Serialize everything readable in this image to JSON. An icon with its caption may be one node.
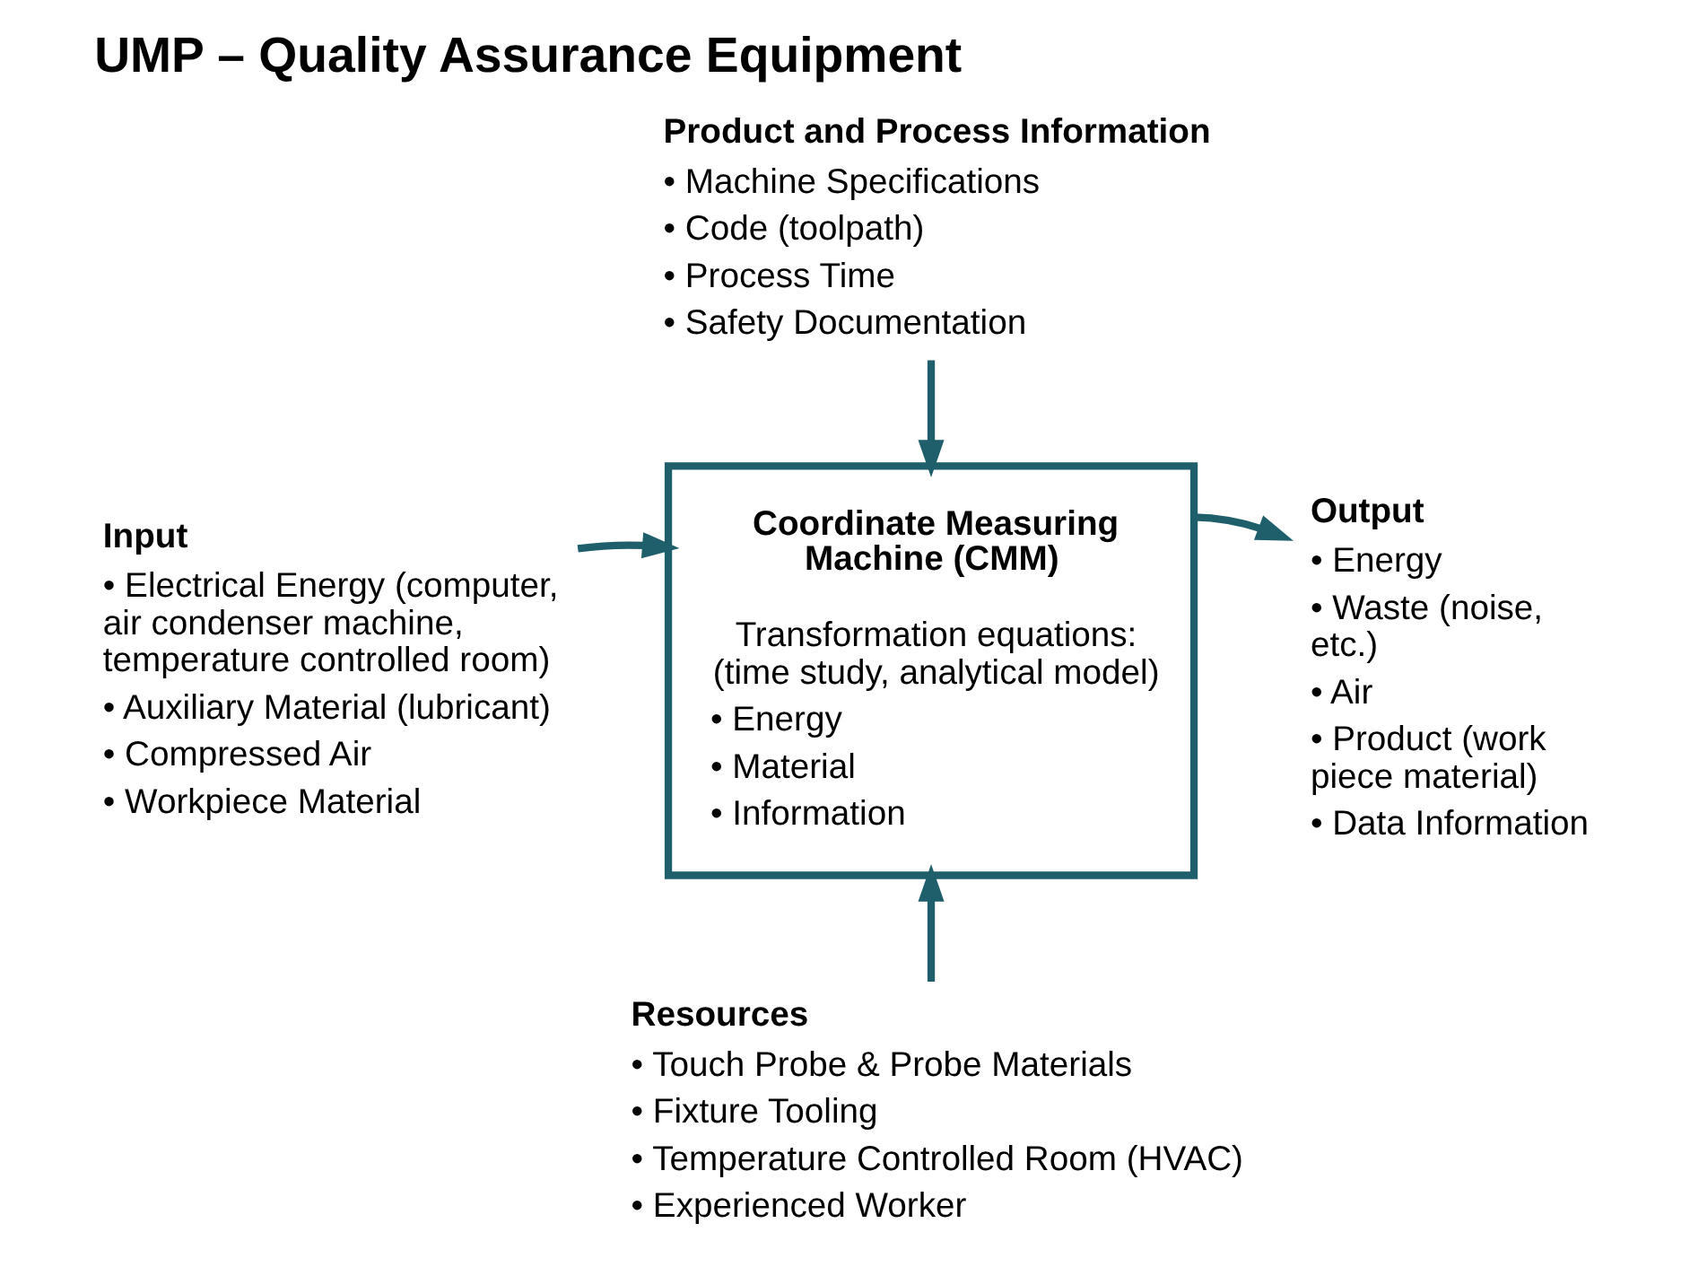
{
  "diagram": {
    "title": "UMP – Quality Assurance Equipment",
    "nodes": [
      {
        "text": [
          "Product and Process Information",
          "• Machine Specifications",
          "• Code (toolpath)",
          "• Process Time",
          "• Safety Documentation"
        ]
      },
      {
        "text": [
          "Output",
          "• Energy",
          "• Waste (noise, etc.)",
          "• Air",
          "• Product (work piece material)",
          "• Data Information"
        ]
      },
      {
        "text": [
          "Coordinate Measuring Machine (CMM)",
          "Transformation equations: (time study, analytical model)",
          "• Energy",
          "• Material",
          "• Information"
        ]
      },
      {
        "text": [
          "Input",
          "• Electrical Energy (computer, air condenser machine, temperature controlled room)",
          "• Auxiliary Material (lubricant)",
          "• Compressed Air",
          "• Workpiece Material"
        ]
      },
      {
        "text": [
          "Resources",
          "• Touch Probe & Probe Materials",
          "• Fixture Tooling",
          "• Temperature Controlled Room (HVAC)",
          "• Experienced Worker"
        ]
      }
    ],
    "edges": [
      {
        "from": 0,
        "to": 2,
        "arrow": "to"
      },
      {
        "from": 3,
        "to": 2,
        "arrow": "to"
      },
      {
        "from": 2,
        "to": 1,
        "arrow": "to"
      },
      {
        "from": 4,
        "to": 2,
        "arrow": "to"
      }
    ]
  }
}
